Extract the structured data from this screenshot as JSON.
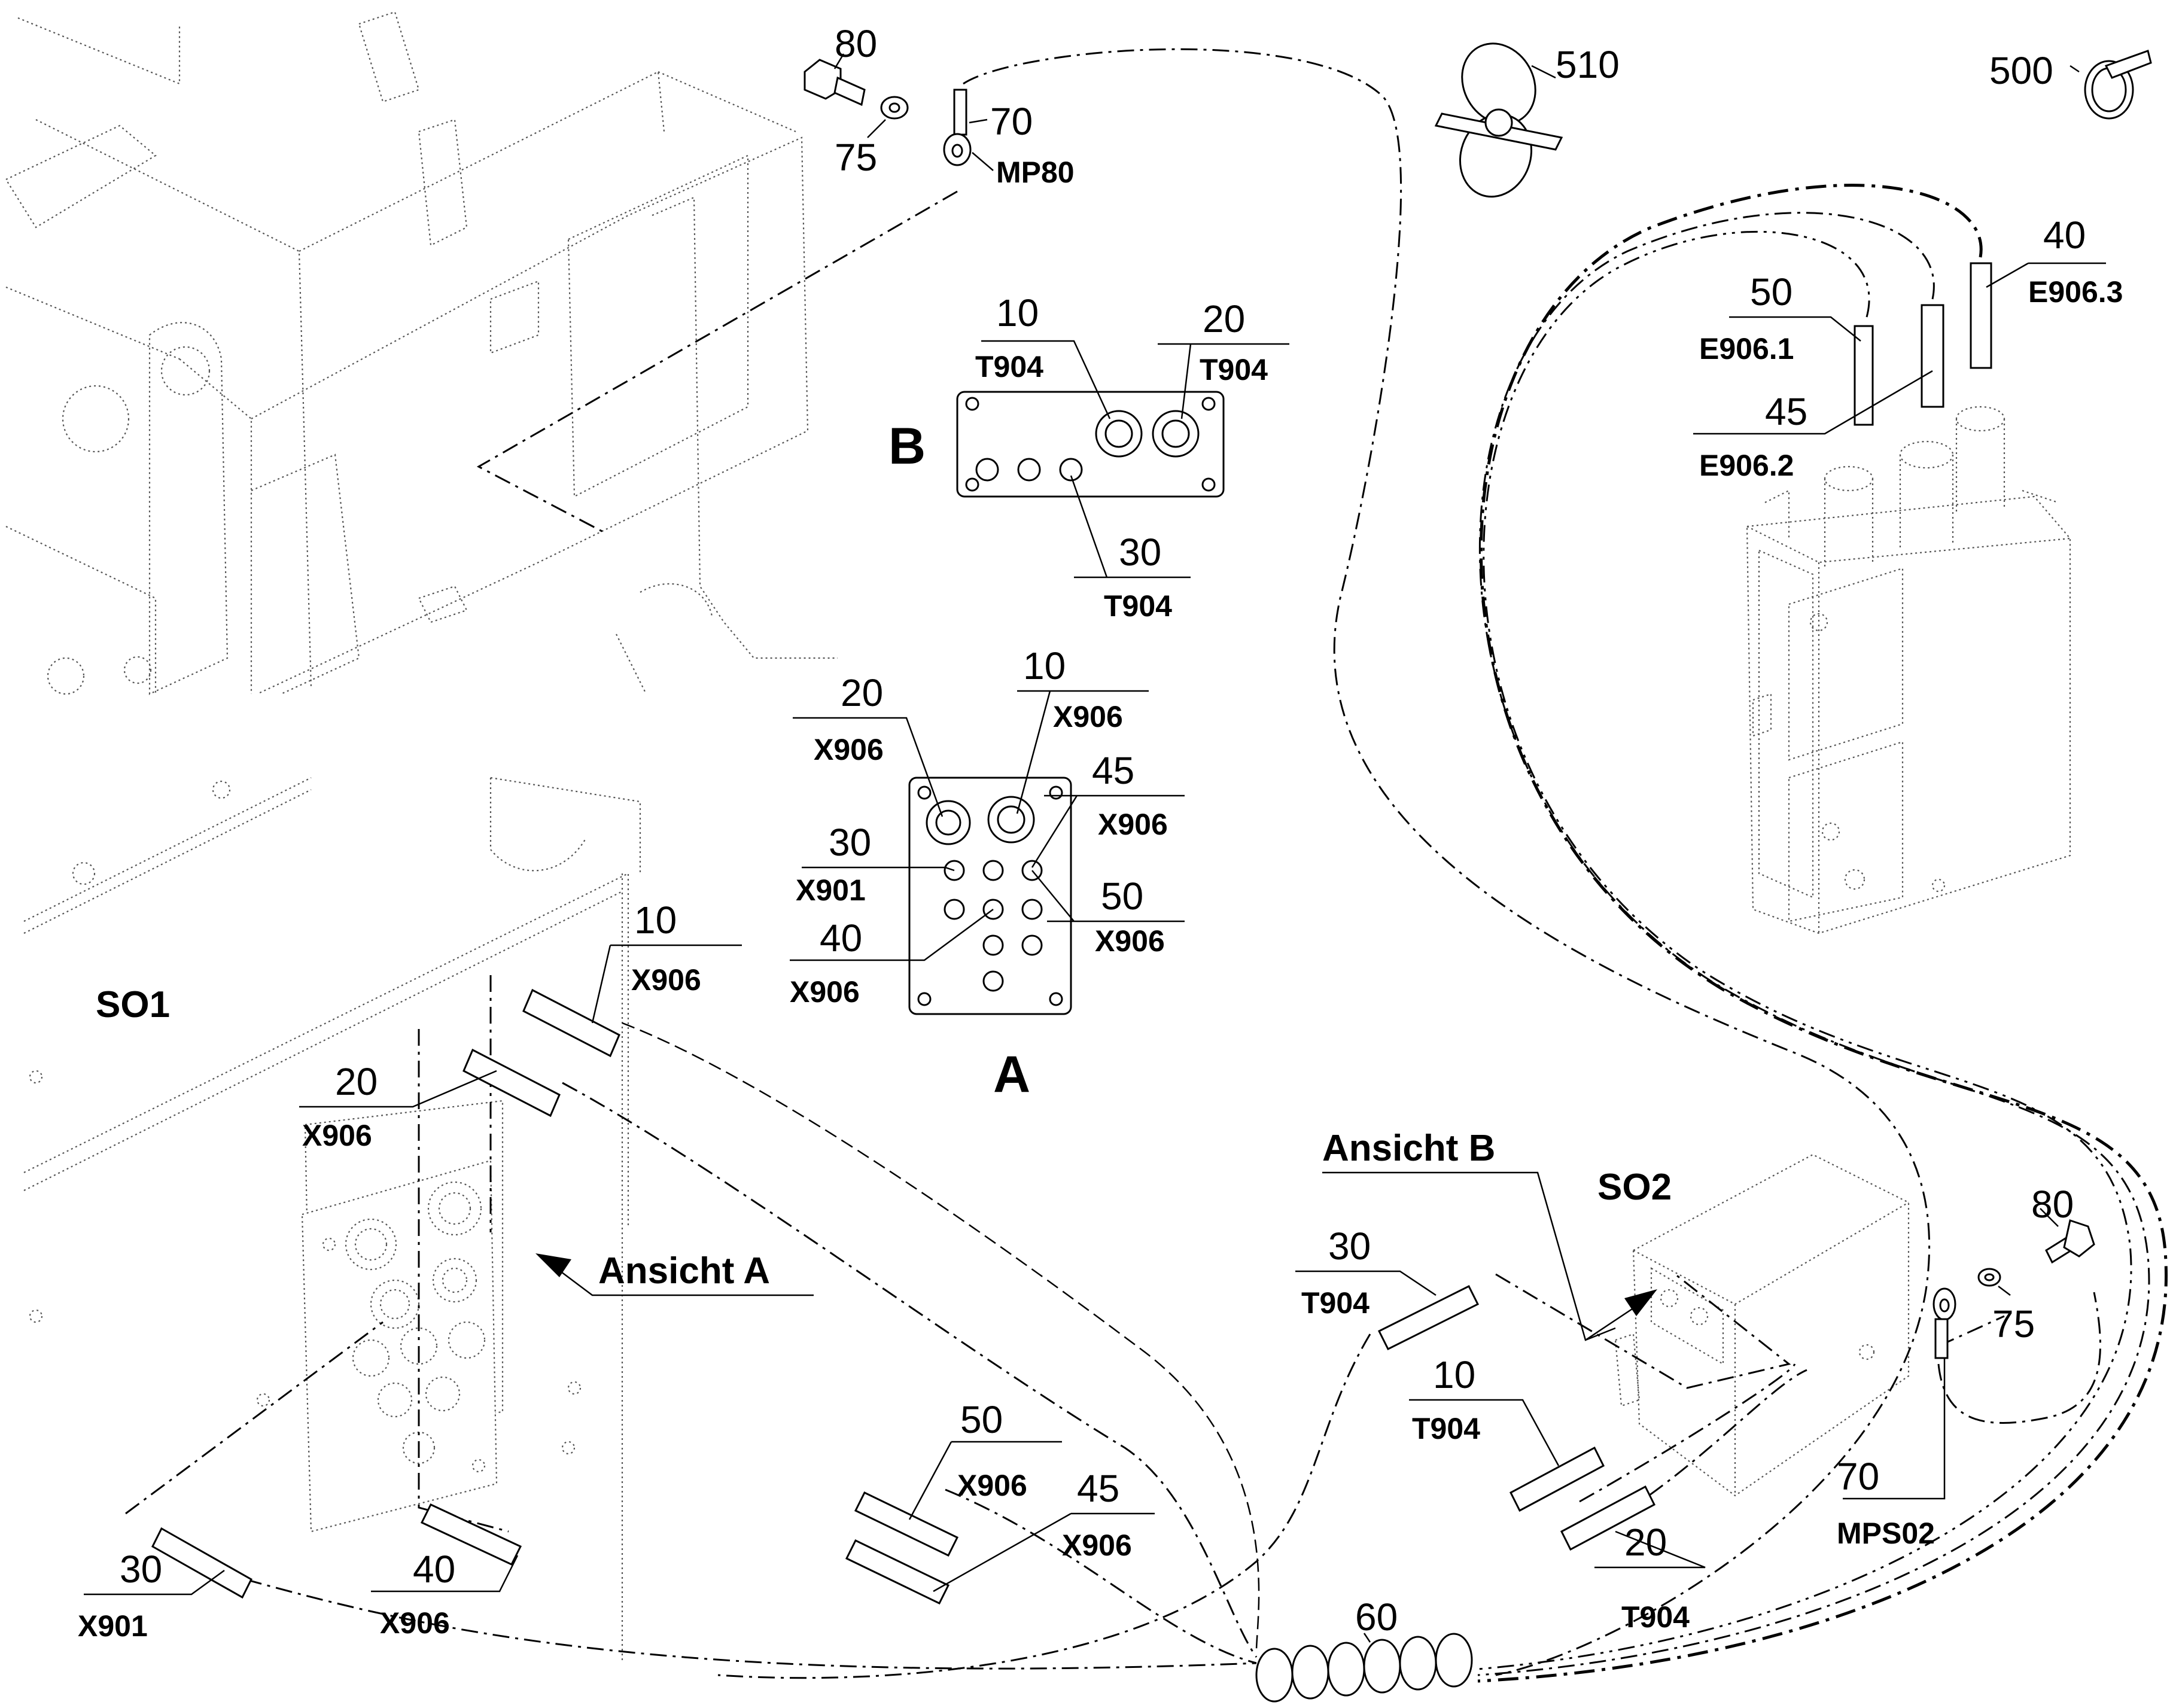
{
  "sections": {
    "so1": "SO1",
    "so2": "SO2",
    "view_a_label": "A",
    "view_b_label": "B",
    "ansicht_a": "Ansicht A",
    "ansicht_b": "Ansicht B"
  },
  "callouts_top": {
    "bolt": "80",
    "washer": "75",
    "lug": "70",
    "lug_code": "MP80",
    "tie": "510",
    "clamp": "500"
  },
  "e906": {
    "c50": "50",
    "c50_code": "E906.1",
    "c45": "45",
    "c45_code": "E906.2",
    "c40": "40",
    "c40_code": "E906.3"
  },
  "view_b": {
    "c10": "10",
    "c10_code": "T904",
    "c20": "20",
    "c20_code": "T904",
    "c30": "30",
    "c30_code": "T904"
  },
  "view_a": {
    "c20": "20",
    "c20_code": "X906",
    "c10": "10",
    "c10_code": "X906",
    "c45": "45",
    "c45_code": "X906",
    "c30": "30",
    "c30_code": "X901",
    "c50": "50",
    "c50_code": "X906",
    "c40": "40",
    "c40_code": "X906"
  },
  "so1_cables": {
    "c10": "10",
    "c10_code": "X906",
    "c20": "20",
    "c20_code": "X906",
    "c30": "30",
    "c30_code": "X901",
    "c40": "40",
    "c40_code": "X906",
    "c50": "50",
    "c50_code": "X906",
    "c45": "45",
    "c45_code": "X906"
  },
  "so2_cables": {
    "c30": "30",
    "c30_code": "T904",
    "c10": "10",
    "c10_code": "T904",
    "c20": "20",
    "c20_code": "T904"
  },
  "bottom": {
    "bundle": "60",
    "bolt": "80",
    "washer": "75",
    "lug": "70",
    "lug_code": "MPS02"
  }
}
